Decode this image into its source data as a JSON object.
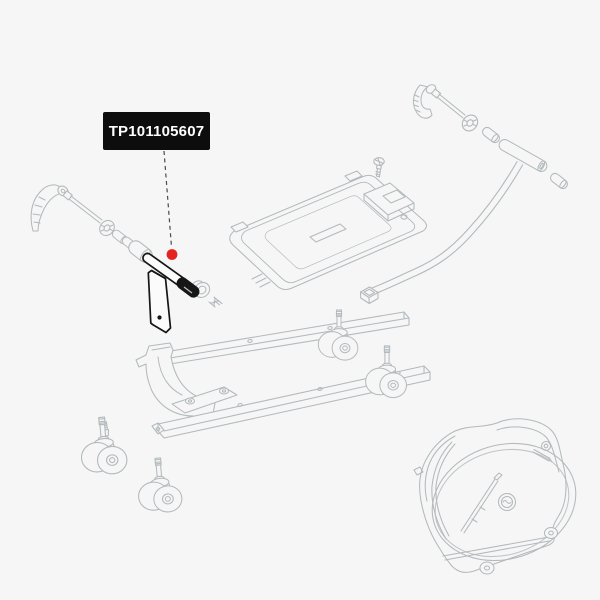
{
  "callout": {
    "part_number": "TP101105607",
    "marker_shape": "red-dot",
    "leader_style": "dashed"
  },
  "theme": {
    "bg": "#f6f6f6",
    "line": "#b3b9bc",
    "line-dark": "#9aa0a3",
    "highlight": "#161616",
    "accent": "#e5231e",
    "label-bg": "#0d0d0d",
    "label-fg": "#ffffff"
  },
  "diagram": {
    "type": "exploded-parts-line-drawing",
    "highlighted_part": "seat-tube-bracket",
    "parts": [
      "quick-release-skewer-left",
      "spacer-sleeves-left",
      "bushing-left",
      "seat-tube-bracket",
      "clamp-ring",
      "clamp-bolt",
      "top-platform",
      "platform-screw",
      "quick-release-skewer-right",
      "spacer-sleeve-right",
      "spacer-sleeve-far-right",
      "tee-handle-arm",
      "frame-rail-rear",
      "frame-rail-front",
      "support-foot",
      "foot-bolt",
      "caster-mounted",
      "caster-right",
      "caster-front-left",
      "caster-front-center",
      "bike-travel-case"
    ]
  }
}
